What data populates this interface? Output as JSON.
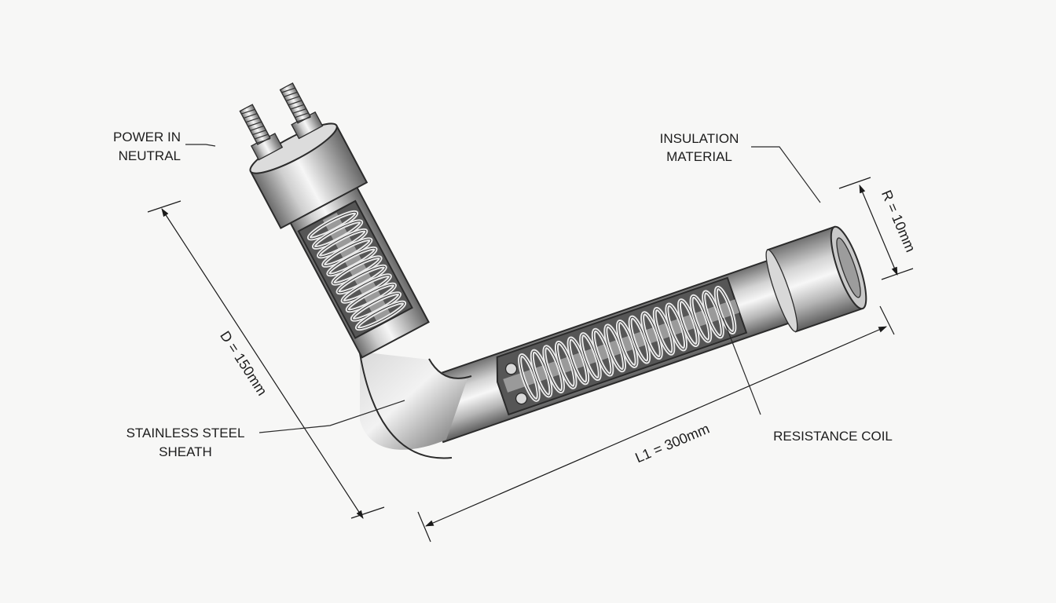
{
  "labels": {
    "power_in": "POWER IN",
    "neutral": "NEUTRAL",
    "insulation_line1": "INSULATION",
    "insulation_line2": "MATERIAL",
    "sheath_line1": "STAINLESS STEEL",
    "sheath_line2": "SHEATH",
    "resistance_coil": "RESISTANCE COIL"
  },
  "dimensions": {
    "d": "D = 150mm",
    "l1": "L1 = 300mm",
    "r": "R = 10mm"
  },
  "colors": {
    "background": "#f7f7f6",
    "metal_light": "#f4f4f4",
    "metal_mid": "#b9b9b9",
    "metal_dark": "#6e6e6e",
    "cutaway_fill": "#5c5c5c",
    "line": "#1a1a1a"
  }
}
